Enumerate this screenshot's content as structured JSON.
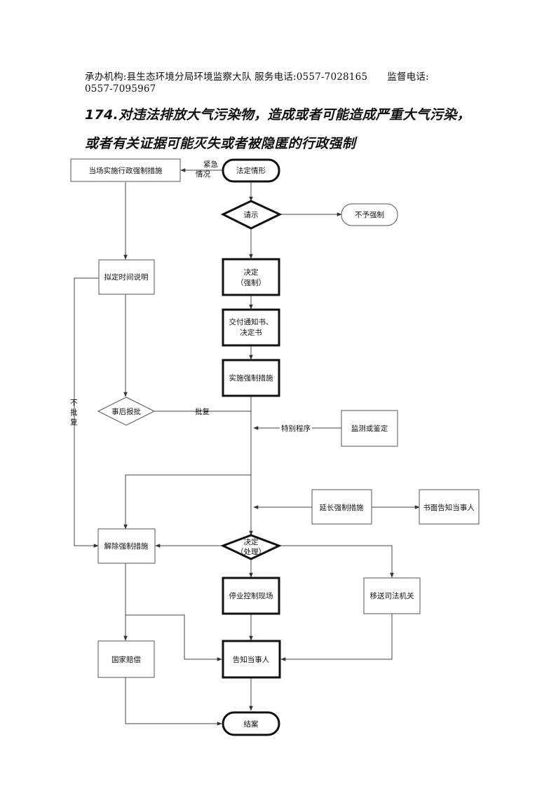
{
  "header": {
    "org_label": "承办机构:",
    "org": "县生态环境分局环境监察大队",
    "service_label": "服务电话:",
    "service_phone": "0557-7028165",
    "supervise_label": "监督电话:",
    "supervise_phone": "0557-7095967"
  },
  "title": {
    "line1": "174.对违法排放大气污染物，造成或者可能造成严重大气污染，",
    "line2": "或者有关证据可能灭失或者被隐匿的行政强制"
  },
  "flow": {
    "start": "法定情形",
    "on_site": "当场实施行政强制措施",
    "urgent_1": "紧急",
    "urgent_2": "情况",
    "request": "请示",
    "no_enforce": "不予强制",
    "decide_1": "决定",
    "decide_2": "（强制）",
    "deliver_1": "交付通知书、",
    "deliver_2": "决定书",
    "implement": "实施强制措施",
    "draft_time": "拟定时间说明",
    "post_report": "事后报批",
    "approve": "批复",
    "not_approve_1": "不",
    "not_approve_2": "批",
    "not_approve_3": "复",
    "special": "特别程序",
    "monitor": "监测或鉴定",
    "extend": "延长强制措施",
    "notify_written": "书面告知当事人",
    "release": "解除强制措施",
    "decide_handle_1": "决定",
    "decide_handle_2": "（处理）",
    "stop_site": "停业控制现场",
    "transfer": "移送司法机关",
    "compensate": "国家赔偿",
    "notify": "告知当事人",
    "close": "结案"
  }
}
